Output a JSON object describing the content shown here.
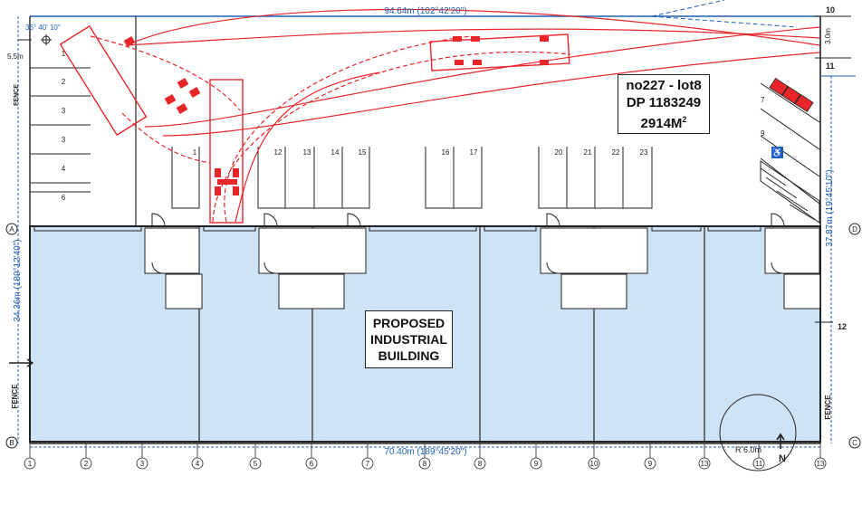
{
  "title_box": {
    "line1": "no227 - lot8",
    "line2": "DP 1183249",
    "area": "2914M",
    "area_sup": "2"
  },
  "building_label": [
    "PROPOSED",
    "INDUSTRIAL",
    "BUILDING"
  ],
  "dimensions": {
    "top": "94.64m (102°42'20\")",
    "bottom": "70.40m (189°45'20\")",
    "left": "34.36m (189°12'40\")",
    "right": "37.87m (19°45'10\")",
    "angle": "36° 40' 10\"",
    "setback_left": "5.5m",
    "setback_right": "3.0m",
    "radius": "R 6.0m"
  },
  "fence_labels": [
    "FENCE",
    "FENCE",
    "FENCE"
  ],
  "lot_numbers": [
    "10",
    "11",
    "12"
  ],
  "north": "N",
  "grid_rows": [
    "A",
    "B",
    "C",
    "D"
  ],
  "grid_columns": [
    "1",
    "2",
    "3",
    "4",
    "5",
    "6",
    "7",
    "8",
    "8",
    "9",
    "10",
    "9",
    "13",
    "11",
    "13"
  ],
  "left_parking": [
    "1",
    "2",
    "3",
    "3",
    "4",
    "6"
  ],
  "top_parking": [
    "1",
    "12",
    "13",
    "14",
    "15",
    "16",
    "17",
    "20",
    "21",
    "22",
    "23"
  ],
  "right_parking": [
    "7",
    "9"
  ],
  "colors": {
    "blue_dim": "#1f5fb8",
    "red_path": "#e8262a",
    "building_fill": "#cfe3f6",
    "wall": "#222222"
  }
}
